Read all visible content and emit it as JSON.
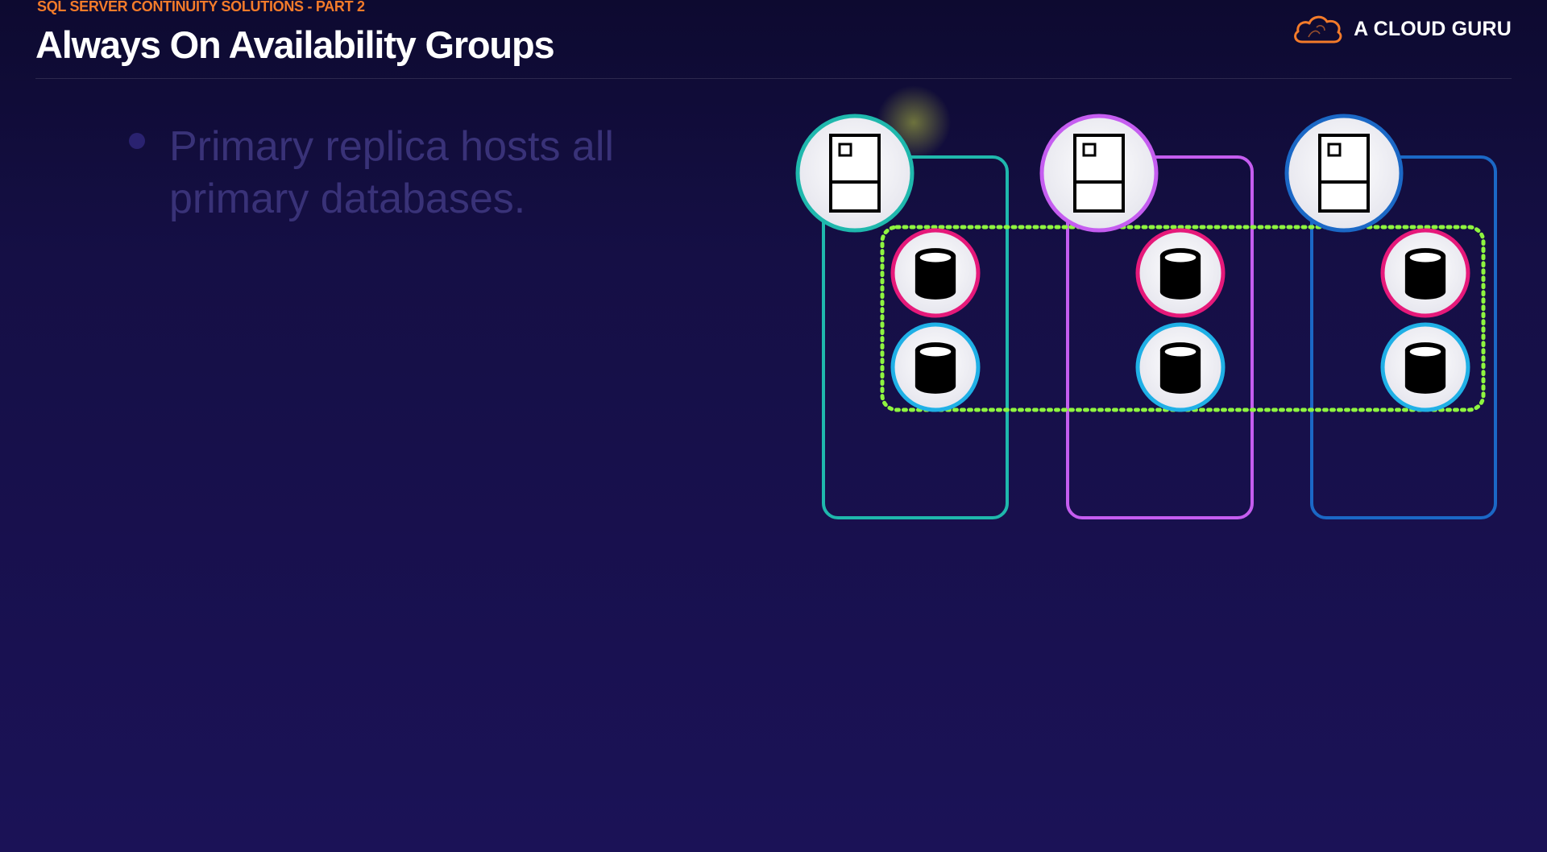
{
  "header": {
    "eyebrow": "SQL SERVER CONTINUITY SOLUTIONS - PART 2",
    "title": "Always On Availability Groups",
    "brand": "A CLOUD GURU",
    "brand_icon": "cloud-logo-icon"
  },
  "content": {
    "bullets": [
      "Primary replica hosts all primary databases."
    ]
  },
  "diagram": {
    "colors": {
      "replica_1": "#1fb8ad",
      "replica_2": "#c55df0",
      "replica_3": "#1b68c6",
      "database_primary_ring": "#e6197a",
      "database_secondary_ring": "#1fb0e6",
      "availability_group": "#8ef53f",
      "brand_orange": "#f47b2a"
    },
    "replicas": [
      {
        "name": "replica-1",
        "server_icon": "server-icon",
        "databases": [
          "database-icon",
          "database-icon"
        ]
      },
      {
        "name": "replica-2",
        "server_icon": "server-icon",
        "databases": [
          "database-icon",
          "database-icon"
        ]
      },
      {
        "name": "replica-3",
        "server_icon": "server-icon",
        "databases": [
          "database-icon",
          "database-icon"
        ]
      }
    ],
    "availability_group_border": "dotted"
  }
}
